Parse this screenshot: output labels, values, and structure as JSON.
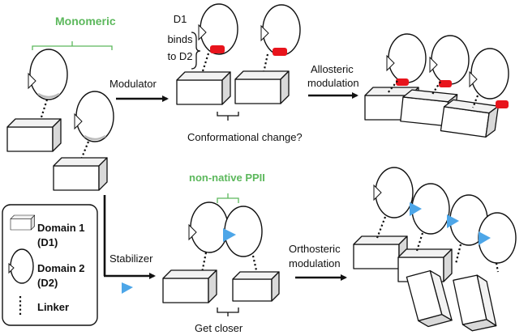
{
  "labels": {
    "monomeric": "Monomeric",
    "d1_binds_line1": "D1",
    "d1_binds_line2": "binds",
    "d1_binds_line3": "to D2",
    "modulator": "Modulator",
    "allosteric_line1": "Allosteric",
    "allosteric_line2": "modulation",
    "conformational_change": "Conformational change?",
    "non_native_ppii": "non-native PPII",
    "stabilizer": "Stabilizer",
    "orthosteric_line1": "Orthosteric",
    "orthosteric_line2": "modulation",
    "get_closer": "Get closer"
  },
  "legend": {
    "domain1_line1": "Domain 1",
    "domain1_line2": "(D1)",
    "domain2_line1": "Domain 2",
    "domain2_line2": "(D2)",
    "linker": "Linker"
  },
  "colors": {
    "green_label": "#5cb85c",
    "binding_red": "#e8141c",
    "stabilizer_blue": "#4da6e8",
    "box_side_gray": "#d9d9d9"
  }
}
